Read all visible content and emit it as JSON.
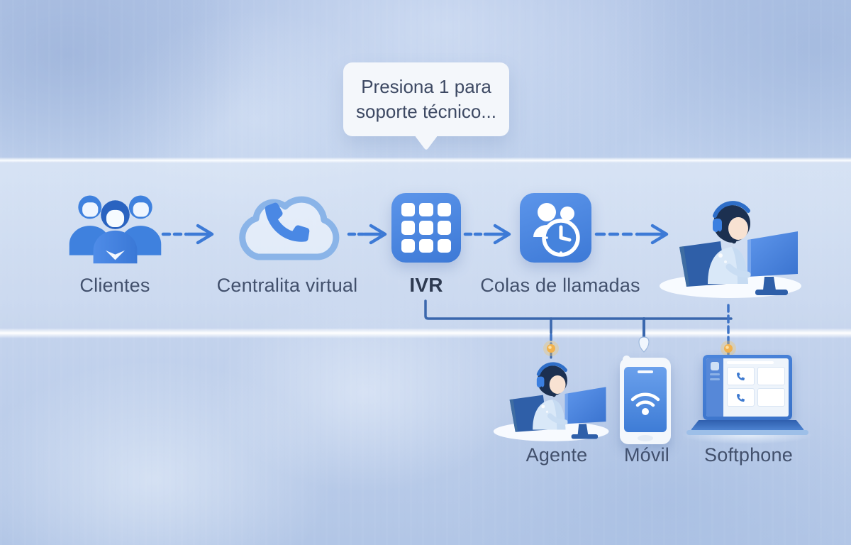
{
  "speech_bubble": {
    "line1": "Presiona 1 para",
    "line2": "soporte técnico..."
  },
  "flow_nodes": {
    "clientes": "Clientes",
    "centralita": "Centralita virtual",
    "ivr": "IVR",
    "colas": "Colas de llamadas"
  },
  "endpoints": {
    "agente": "Agente",
    "movil": "Móvil",
    "softphone": "Softphone"
  },
  "icons": {
    "clientes": "people-group-icon",
    "centralita": "cloud-phone-icon",
    "ivr": "keypad-icon",
    "colas": "queue-people-clock-icon",
    "agent_top": "agent-headset-desk-icon",
    "agente": "agent-headset-desk-icon",
    "movil": "smartphone-wifi-icon",
    "softphone": "laptop-softphone-icon"
  },
  "colors": {
    "tile_blue": "#4583dd",
    "arrow_blue": "#3d7ad6",
    "connector_blue": "#3a67ad",
    "label_text": "#42506c",
    "bubble_bg": "#f4f7fb",
    "glow_yellow": "#f2b24e",
    "background_blue": "#b7cae8",
    "band_blue": "#d5e0f1"
  }
}
